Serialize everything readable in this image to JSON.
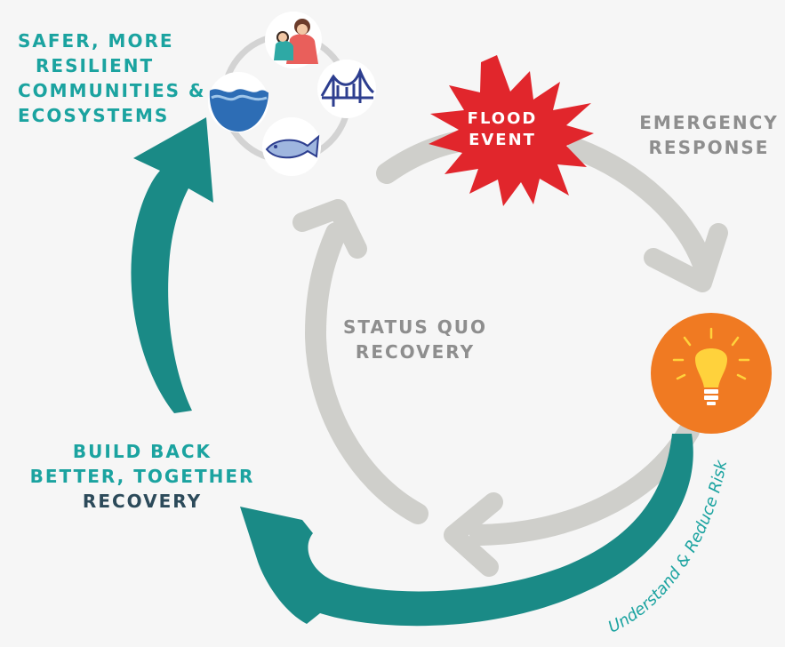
{
  "labels": {
    "outcome": [
      "SAFER, MORE",
      "RESILIENT",
      "COMMUNITIES &",
      "ECOSYSTEMS"
    ],
    "flood_event": [
      "FLOOD",
      "EVENT"
    ],
    "emergency_response": [
      "EMERGENCY",
      "RESPONSE"
    ],
    "status_quo": [
      "STATUS QUO",
      "RECOVERY"
    ],
    "build_back": [
      "BUILD BACK",
      "BETTER, TOGETHER"
    ],
    "build_back_recovery": "RECOVERY",
    "understand_reduce_risk": "Understand & Reduce Risk"
  },
  "icons": [
    "lightbulb-icon",
    "family-icon",
    "bridge-icon",
    "water-wave-icon",
    "fish-icon"
  ],
  "colors": {
    "teal": "#1a8a86",
    "teal_text": "#1ba3a0",
    "gray_arrow": "#cfcfcb",
    "gray_text": "#8e8e8e",
    "flood_red": "#e1262c",
    "lightbulb_orange": "#f07a22",
    "bulb_yellow": "#ffd23c",
    "navy_text": "#2c4a5a",
    "background": "#f6f6f6"
  }
}
